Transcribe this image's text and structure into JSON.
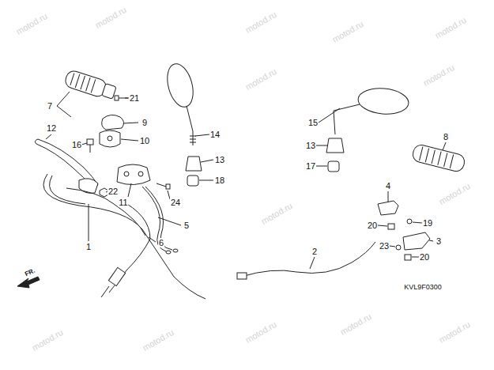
{
  "diagram": {
    "labels": [
      "7",
      "21",
      "9",
      "10",
      "16",
      "12",
      "14",
      "13",
      "18",
      "11",
      "24",
      "22",
      "5",
      "6",
      "1",
      "15",
      "13",
      "17",
      "8",
      "4",
      "19",
      "20",
      "3",
      "23",
      "20",
      "2",
      "KVL9F0300",
      "FR.",
      "motod.ru",
      "motod.ru",
      "motod.ru",
      "motod.ru",
      "motod.ru",
      "motod.ru",
      "motod.ru",
      "motod.ru",
      "motod.ru",
      "motod.ru",
      "motod.ru",
      "motod.ru",
      "motod.ru",
      "motod.ru"
    ]
  }
}
